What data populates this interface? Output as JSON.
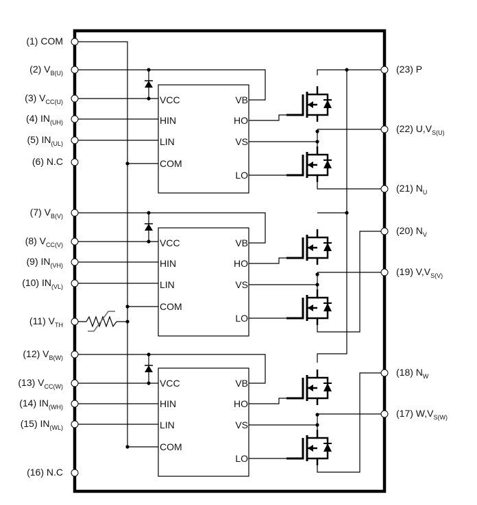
{
  "diagram": {
    "title": "Three-phase inverter module internal equivalent circuit",
    "left_pins": [
      {
        "num": "(1)",
        "name": "COM",
        "sub": ""
      },
      {
        "num": "(2)",
        "name": "V",
        "sub": "B(U)"
      },
      {
        "num": "(3)",
        "name": "V",
        "sub": "CC(U)"
      },
      {
        "num": "(4)",
        "name": "IN",
        "sub": "(UH)"
      },
      {
        "num": "(5)",
        "name": "IN",
        "sub": "(UL)"
      },
      {
        "num": "(6)",
        "name": "N.C",
        "sub": ""
      },
      {
        "num": "(7)",
        "name": "V",
        "sub": "B(V)"
      },
      {
        "num": "(8)",
        "name": "V",
        "sub": "CC(V)"
      },
      {
        "num": "(9)",
        "name": "IN",
        "sub": "(VH)"
      },
      {
        "num": "(10)",
        "name": "IN",
        "sub": "(VL)"
      },
      {
        "num": "(11)",
        "name": "V",
        "sub": "TH"
      },
      {
        "num": "(12)",
        "name": "V",
        "sub": "B(W)"
      },
      {
        "num": "(13)",
        "name": "V",
        "sub": "CC(W)"
      },
      {
        "num": "(14)",
        "name": "IN",
        "sub": "(WH)"
      },
      {
        "num": "(15)",
        "name": "IN",
        "sub": "(WL)"
      },
      {
        "num": "(16)",
        "name": "N.C",
        "sub": ""
      }
    ],
    "right_pins": [
      {
        "num": "(23)",
        "name": "P",
        "sub": ""
      },
      {
        "num": "(22)",
        "name": "U,V",
        "sub": "S(U)"
      },
      {
        "num": "(21)",
        "name": "N",
        "sub": "U"
      },
      {
        "num": "(20)",
        "name": "N",
        "sub": "V"
      },
      {
        "num": "(19)",
        "name": "V,V",
        "sub": "S(V)"
      },
      {
        "num": "(18)",
        "name": "N",
        "sub": "W"
      },
      {
        "num": "(17)",
        "name": "W,V",
        "sub": "S(W)"
      }
    ],
    "gate_driver_pins": {
      "left": [
        "VCC",
        "HIN",
        "LIN",
        "COM"
      ],
      "right": [
        "VB",
        "HO",
        "VS",
        "LO"
      ]
    },
    "phases": [
      "U",
      "V",
      "W"
    ],
    "components": {
      "gate_drivers": 3,
      "mosfets": 6,
      "bootstrap_diodes": 3,
      "thermistor": 1
    },
    "colors": {
      "line": "#000000",
      "background": "#ffffff",
      "pin_fill": "#ffffff"
    }
  }
}
